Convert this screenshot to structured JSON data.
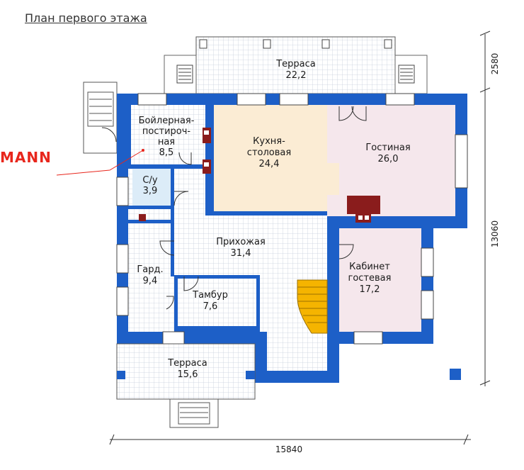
{
  "title": "План первого этажа",
  "brand_text": "MANN",
  "colors": {
    "wall": "#1d5fc7",
    "tile_grid": "#c8d0dc",
    "kitchen": "#fbecd4",
    "living": "#f5e7ec",
    "bath": "#dcecf8",
    "stairs": "#f5b400",
    "fireplace": "#8a1c1c",
    "brand": "#e8261c"
  },
  "rooms": [
    {
      "id": "terrace-top",
      "name": "Терраса",
      "area": "22,2"
    },
    {
      "id": "boiler",
      "name": [
        "Бойлерная-",
        "постироч-",
        "ная"
      ],
      "area": "8,5"
    },
    {
      "id": "kitchen",
      "name": [
        "Кухня-",
        "столовая"
      ],
      "area": "24,4"
    },
    {
      "id": "living",
      "name": "Гостиная",
      "area": "26,0"
    },
    {
      "id": "wc",
      "name": "С/у",
      "area": "3,9"
    },
    {
      "id": "hall",
      "name": "Прихожая",
      "area": "31,4"
    },
    {
      "id": "wardrobe",
      "name": "Гард.",
      "area": "9,4"
    },
    {
      "id": "study",
      "name": [
        "Кабинет",
        "гостевая"
      ],
      "area": "17,2"
    },
    {
      "id": "vestibule",
      "name": "Тамбур",
      "area": "7,6"
    },
    {
      "id": "terrace-bottom",
      "name": "Терраса",
      "area": "15,6"
    }
  ],
  "dimensions": {
    "width": "15840",
    "depth_main": "13060",
    "depth_terrace": "2580"
  }
}
